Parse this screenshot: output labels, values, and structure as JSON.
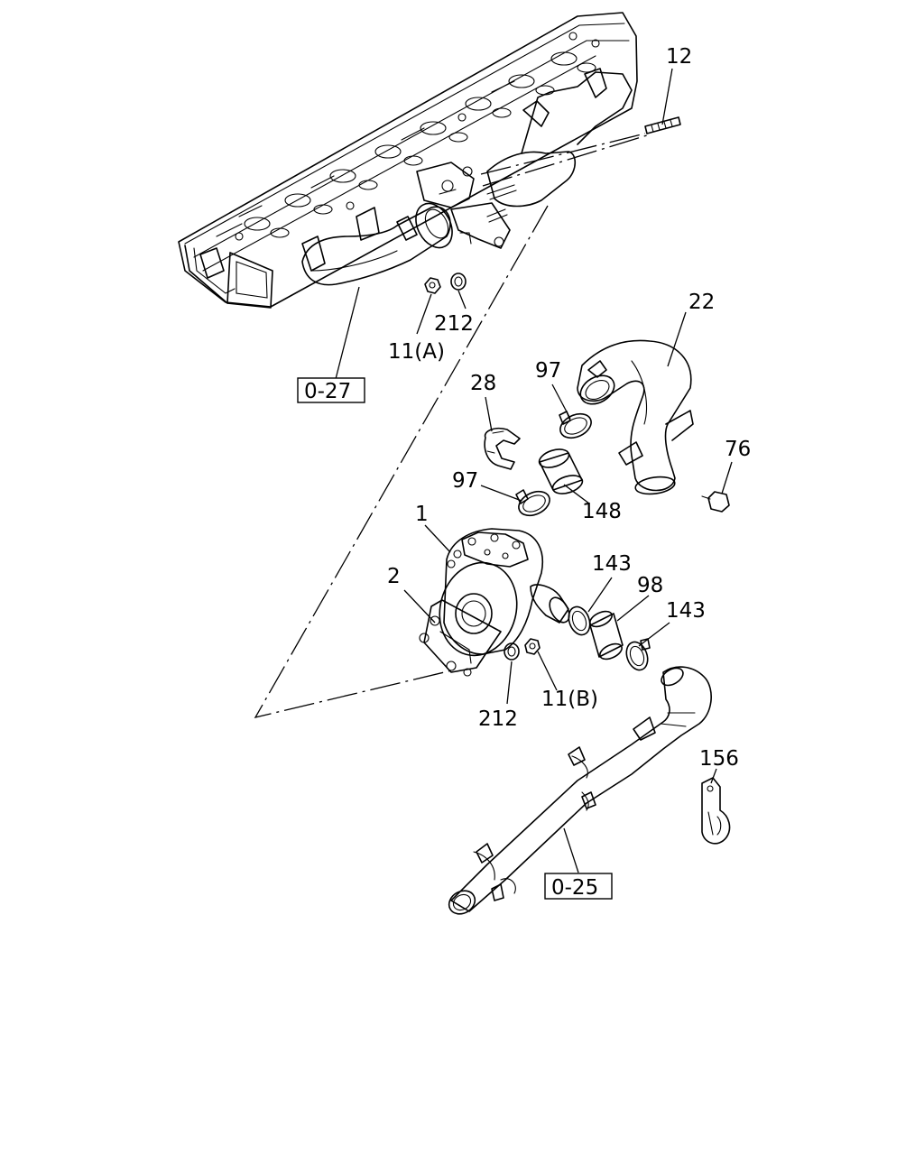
{
  "callouts": {
    "c12": "12",
    "c22": "22",
    "c212a": "212",
    "c11a": "11(A)",
    "c97a": "97",
    "c28": "28",
    "c76": "76",
    "c97b": "97",
    "c148": "148",
    "c1": "1",
    "c143a": "143",
    "c98": "98",
    "c2": "2",
    "c143b": "143",
    "c11b": "11(B)",
    "c212b": "212",
    "c156": "156"
  },
  "references": {
    "ref_top": "0-27",
    "ref_bottom": "0-25"
  }
}
